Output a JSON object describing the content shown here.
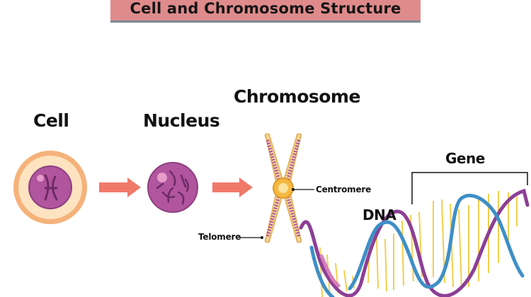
{
  "title": "Cell and Chromosome Structure",
  "labels": {
    "cell": "Cell",
    "nucleus": "Nucleus",
    "chromosome": "Chromosome",
    "centromere": "Centromere",
    "telomere": "Telomere",
    "dna": "DNA",
    "gene": "Gene"
  },
  "colors": {
    "banner": "#df8b8c",
    "arrow": "#f07a6a",
    "cell_outer": "#f5b27a",
    "cell_inner": "#fde3c0",
    "nucleus": "#b0559e",
    "chromatin": "#6e2a63",
    "chromosome_fill": "#f5d99a",
    "chromosome_edge": "#e3b25f",
    "chromosome_band": "#b0559e",
    "dna_strand_a": "#8c3f95",
    "dna_strand_b": "#3e8fc6",
    "dna_rung": "#f2cf4e"
  }
}
